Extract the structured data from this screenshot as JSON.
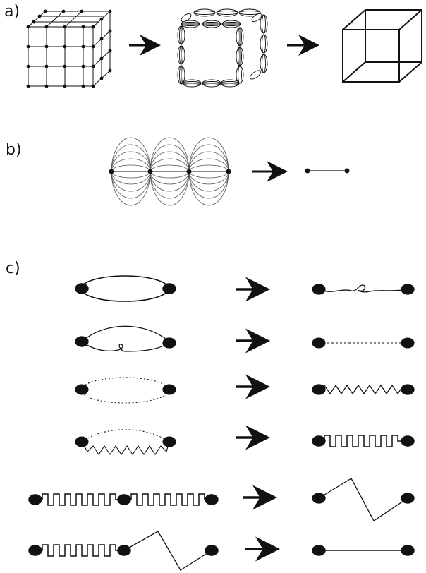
{
  "panels": {
    "a": {
      "label": "a)"
    },
    "b": {
      "label": "b)"
    },
    "c": {
      "label": "c)"
    }
  },
  "colors": {
    "stroke": "#111111",
    "background": "#ffffff"
  }
}
